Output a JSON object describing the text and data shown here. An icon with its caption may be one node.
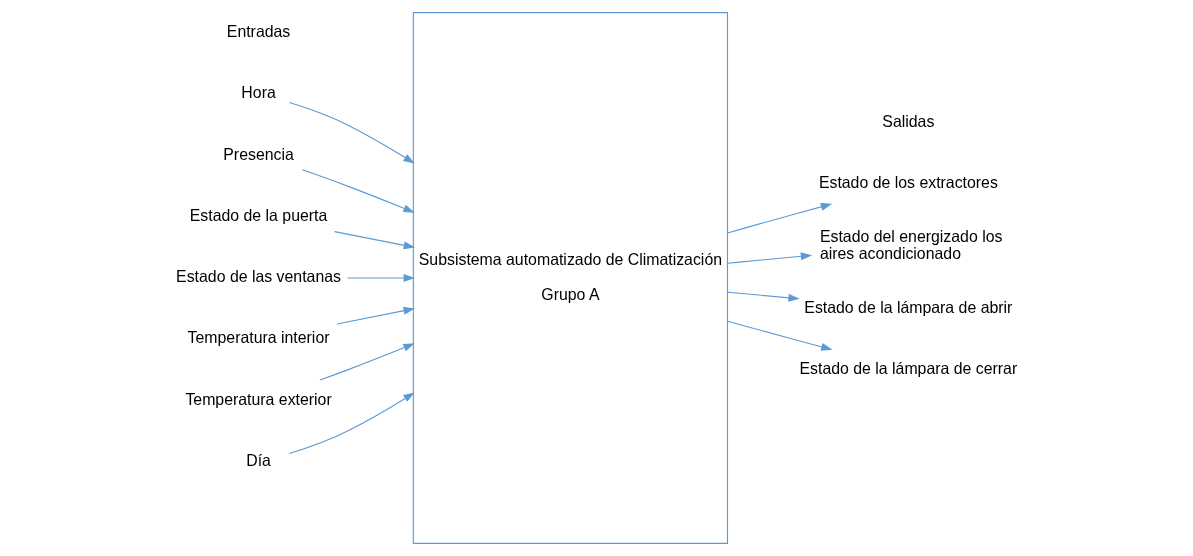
{
  "diagram": {
    "nodes": [
      {
        "text": [
          "Hora"
        ]
      },
      {
        "text": [
          "Presencia"
        ]
      },
      {
        "text": [
          "Estado de la puerta"
        ]
      },
      {
        "text": [
          "Estado de las ventanas"
        ]
      },
      {
        "text": [
          "Temperatura interior"
        ]
      },
      {
        "text": [
          "Temperatura exterior"
        ]
      },
      {
        "text": [
          "Día"
        ]
      },
      {
        "text": [
          "Subsistema automatizado de Climatización",
          "Grupo A"
        ]
      },
      {
        "text": [
          "Estado de los extractores"
        ]
      },
      {
        "text": [
          "Estado del energizado los aires acondicionado"
        ]
      },
      {
        "text": [
          "Estado de la lámpara de abrir"
        ]
      },
      {
        "text": [
          "Estado de la lámpara de cerrar"
        ]
      }
    ],
    "edges": [
      {
        "from": 0,
        "to": 7,
        "arrow": "to"
      },
      {
        "from": 1,
        "to": 7,
        "arrow": "to"
      },
      {
        "from": 2,
        "to": 7,
        "arrow": "to"
      },
      {
        "from": 3,
        "to": 7,
        "arrow": "to"
      },
      {
        "from": 4,
        "to": 7,
        "arrow": "to"
      },
      {
        "from": 5,
        "to": 7,
        "arrow": "to"
      },
      {
        "from": 6,
        "to": 7,
        "arrow": "to"
      },
      {
        "from": 7,
        "to": 8,
        "arrow": "to"
      },
      {
        "from": 7,
        "to": 9,
        "arrow": "to"
      },
      {
        "from": 7,
        "to": 10,
        "arrow": "to"
      },
      {
        "from": 7,
        "to": 11,
        "arrow": "to"
      }
    ],
    "labels": [
      "Entradas",
      "Salidas"
    ]
  }
}
